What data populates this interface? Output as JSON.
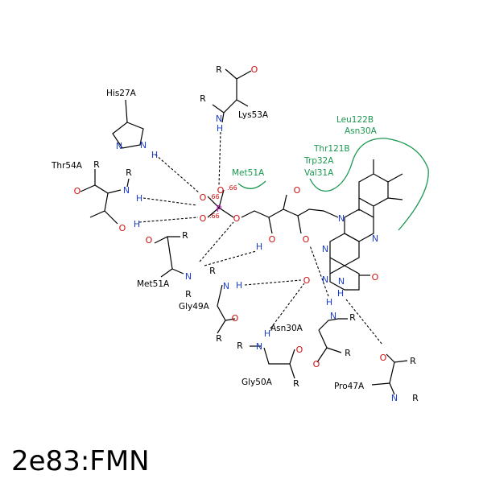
{
  "title": "2e83:FMN",
  "colors": {
    "nitrogen": "#1f3fd0",
    "oxygen": "#d01010",
    "phosphorus": "#c000c0",
    "carbon": "#000000",
    "hydrophobic": "#1a9850",
    "distance": "#d01010"
  },
  "residues": {
    "his27a": "His27A",
    "lys53a": "Lys53A",
    "thr54a": "Thr54A",
    "met51a_chain": "Met51A",
    "gly49a": "Gly49A",
    "asn30a_chain": "Asn30A",
    "gly50a": "Gly50A",
    "pro47a": "Pro47A"
  },
  "hydrophobic_contacts": {
    "leu122b": "Leu122B",
    "asn30a": "Asn30A",
    "thr121b": "Thr121B",
    "trp32a": "Trp32A",
    "val31a": "Val31A",
    "met51a": "Met51A"
  },
  "distances": {
    "d1": ".66",
    "d2": ".66",
    "d3": ".66"
  },
  "atoms": {
    "R": "R",
    "N": "N",
    "O": "O",
    "H": "H",
    "P": "P"
  }
}
